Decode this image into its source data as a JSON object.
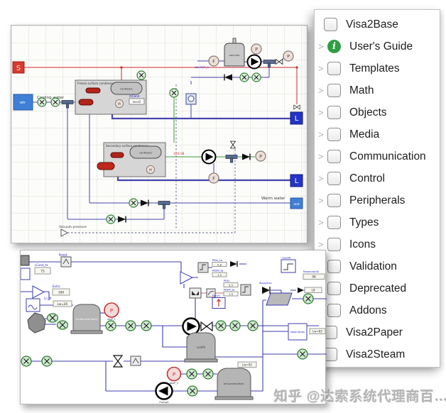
{
  "tree": {
    "chevron_char": ">",
    "info_glyph": "i",
    "items": [
      {
        "label": "Visa2Base",
        "level": 0,
        "chevron": false,
        "icon": "box"
      },
      {
        "label": "User's Guide",
        "level": 1,
        "chevron": true,
        "icon": "info"
      },
      {
        "label": "Templates",
        "level": 1,
        "chevron": true,
        "icon": "box"
      },
      {
        "label": "Math",
        "level": 1,
        "chevron": true,
        "icon": "box"
      },
      {
        "label": "Objects",
        "level": 1,
        "chevron": true,
        "icon": "box"
      },
      {
        "label": "Media",
        "level": 1,
        "chevron": true,
        "icon": "box"
      },
      {
        "label": "Communication",
        "level": 1,
        "chevron": true,
        "icon": "box"
      },
      {
        "label": "Control",
        "level": 1,
        "chevron": true,
        "icon": "box"
      },
      {
        "label": "Peripherals",
        "level": 1,
        "chevron": true,
        "icon": "box"
      },
      {
        "label": "Types",
        "level": 1,
        "chevron": true,
        "icon": "box"
      },
      {
        "label": "Icons",
        "level": 1,
        "chevron": true,
        "icon": "box"
      },
      {
        "label": "Validation",
        "level": 1,
        "chevron": false,
        "icon": "box"
      },
      {
        "label": "Deprecated",
        "level": 1,
        "chevron": false,
        "icon": "box"
      },
      {
        "label": "Addons",
        "level": 1,
        "chevron": false,
        "icon": "box"
      },
      {
        "label": "Visa2Paper",
        "level": 0,
        "chevron": false,
        "icon": "box"
      },
      {
        "label": "Visa2Steam",
        "level": 0,
        "chevron": false,
        "icon": "box"
      }
    ]
  },
  "letters": {
    "s": "S",
    "l": "L",
    "p": "P",
    "f": "F",
    "m": "M"
  },
  "top_diagram": {
    "source_label": "wtr",
    "cooling_water": "Cooling water",
    "warm_water": "Warm water",
    "warm_box": "wat",
    "sub1_title": "Freeze surface condenser",
    "sub1_vessel": "conflask1",
    "mcond": "mCond",
    "mcond_val": "level2",
    "sub2_title": "Secondary surface condenser",
    "sub2_vessel": "conflask2",
    "vacuum_tank": "vacuum",
    "mct_label": "wtr MCT_A",
    "red_note": "12/6 08",
    "vacuum_pressure": "Vacuum pressure"
  },
  "bottom_diagram": {
    "keepl": "KeepL",
    "lcond": "LCond_ta",
    "lcond_val": "75",
    "extra": "Extra",
    "extra_val": "180",
    "ln_m": "Ln_M",
    "lw85": "Lw=85",
    "tank1": "condensateTank2",
    "absp1": "absP_1",
    "pump1": "Pump1",
    "pids1": "PIDs_ta",
    "pids1_val": "0.8",
    "pidm1": "PIDM_ta",
    "pidm1_val": "1.5",
    "spray": "SprayLev",
    "fwval": "FWval",
    "reset_src": "resetW",
    "reservoir": "ReservoirW",
    "reservoir_val": "98",
    "l8": "L8",
    "steamdrain": "steamDrain",
    "lw82": "Lw=82",
    "conp2": "conP2",
    "lw92": "Lw=92",
    "tank3": "airCondensTank",
    "absp2": "absP_2",
    "pump5": "Pump5",
    "pids2": "PIDs",
    "pids2_val": "0.5"
  },
  "watermark": {
    "text": "知乎 @达索系统代理商百…"
  }
}
